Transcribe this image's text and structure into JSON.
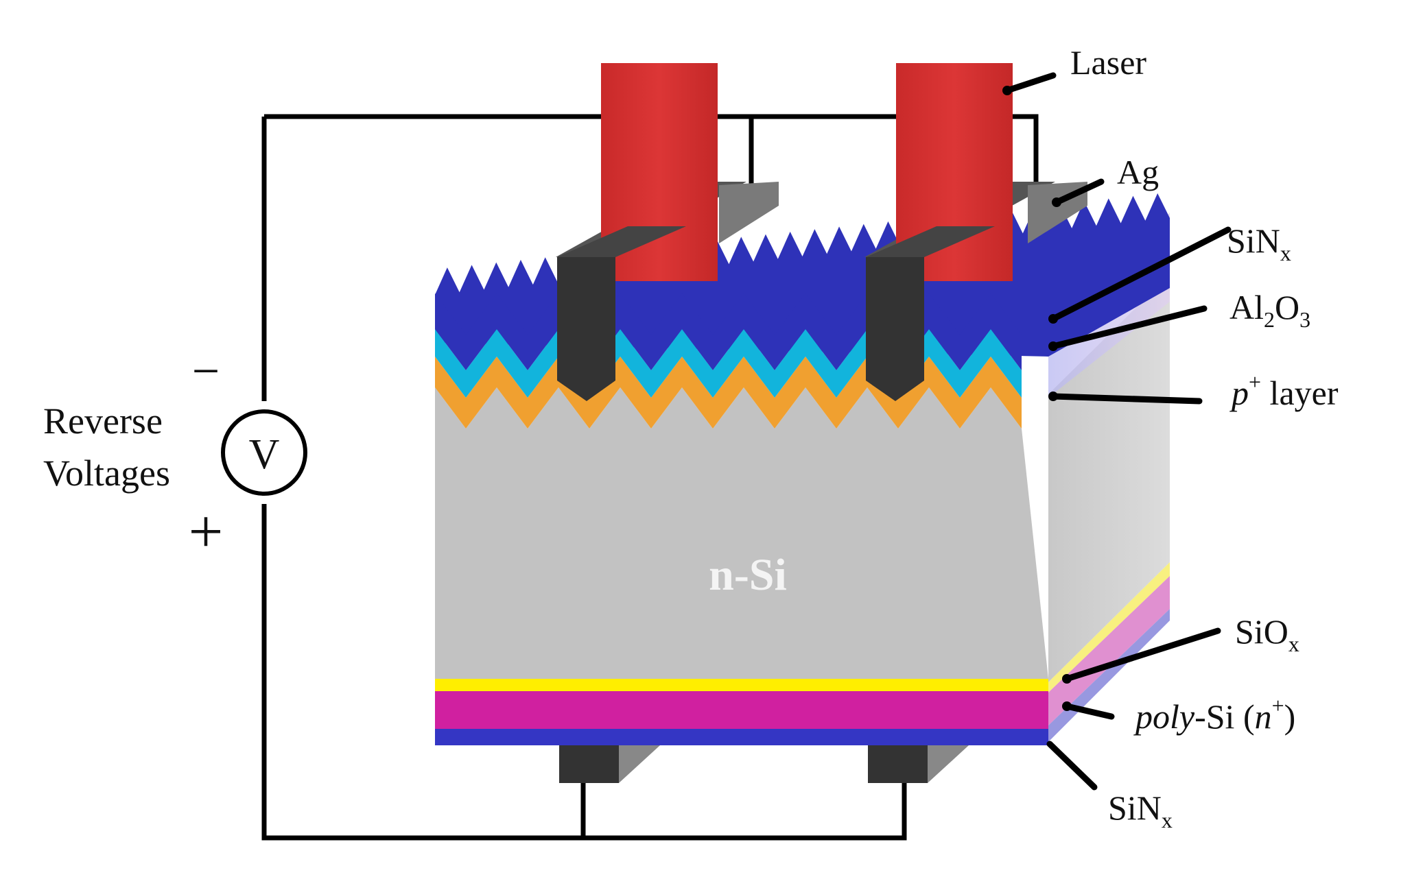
{
  "labels": {
    "laser": "Laser",
    "ag": "Ag",
    "sinx_top": {
      "base": "SiN",
      "sub": "x"
    },
    "al2o3": {
      "a": "Al",
      "s1": "2",
      "b": "O",
      "s2": "3"
    },
    "p_layer": {
      "p": "p",
      "sup": "+",
      "rest": " layer"
    },
    "n_si": "n-Si",
    "siox": {
      "base": "SiO",
      "sub": "x"
    },
    "poly_si": {
      "poly": "poly",
      "mid": "-Si (",
      "n": "n",
      "sup": "+",
      "end": ")"
    },
    "sinx_bottom": {
      "base": "SiN",
      "sub": "x"
    },
    "reverse_line1": "Reverse",
    "reverse_line2": "Voltages",
    "voltmeter": "V",
    "minus": "−",
    "plus": "+"
  },
  "colors": {
    "laser": "#d63232",
    "laser_side": "#a82424",
    "sinx_texture": "#2e32b8",
    "al2o3": "#12b4dc",
    "p_layer": "#f0a030",
    "n_si_front": "#c2c2c2",
    "n_si_side": "#d4d4d4",
    "finger_front": "#333333",
    "finger_side": "#7a7a7a",
    "siox": "#ffee00",
    "poly_si": "#d020a0",
    "sinx_bottom": "#3436c4",
    "wire": "#000000"
  }
}
